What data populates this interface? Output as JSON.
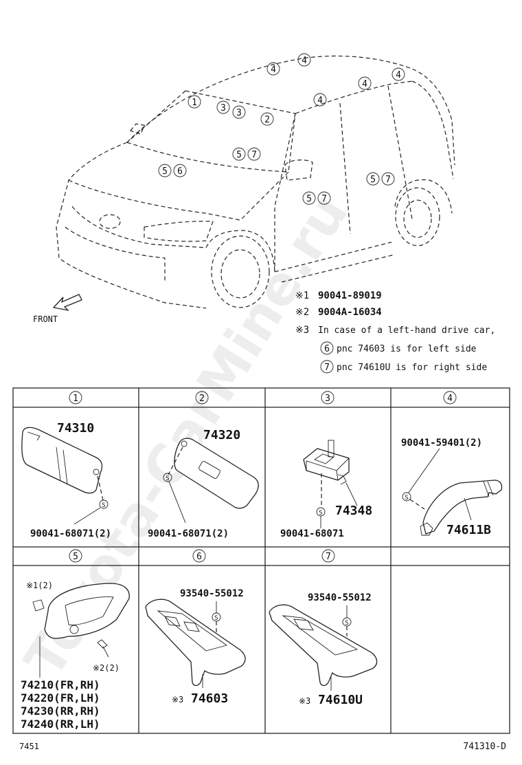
{
  "watermark": "Toyota-CarMine.ru",
  "front_label": "FRONT",
  "car_callouts": [
    "4",
    "4",
    "4",
    "4",
    "4",
    "1",
    "3",
    "3",
    "2",
    "5",
    "7",
    "5",
    "6",
    "5",
    "7",
    "5",
    "7"
  ],
  "notes": [
    {
      "mark": "※1",
      "text": "90041-89019"
    },
    {
      "mark": "※2",
      "text": "9004A-16034"
    },
    {
      "mark": "※3",
      "text": "In case of a left-hand drive car,"
    }
  ],
  "sub_notes": [
    {
      "num": "6",
      "text": "pnc 74603 is for left side"
    },
    {
      "num": "7",
      "text": "pnc 74610U is for right side"
    }
  ],
  "grid_headers": [
    "1",
    "2",
    "3",
    "4",
    "5",
    "6",
    "7",
    ""
  ],
  "cells": {
    "c1": {
      "part": "74310",
      "bolt": "90041-68071(2)"
    },
    "c2": {
      "part": "74320",
      "bolt": "90041-68071(2)"
    },
    "c3": {
      "part": "74348",
      "bolt": "90041-68071"
    },
    "c4": {
      "part": "74611B",
      "bolt": "90041-59401(2)"
    },
    "c5": {
      "mark1": "※1(2)",
      "mark2": "※2(2)",
      "parts": [
        "74210(FR,RH)",
        "74220(FR,LH)",
        "74230(RR,RH)",
        "74240(RR,LH)"
      ]
    },
    "c6": {
      "bolt": "93540-55012",
      "mark": "※3",
      "part": "74603"
    },
    "c7": {
      "bolt": "93540-55012",
      "mark": "※3",
      "part": "74610U"
    }
  },
  "screw_symbol": "S",
  "footer_left": "7451",
  "footer_right": "741310-D"
}
